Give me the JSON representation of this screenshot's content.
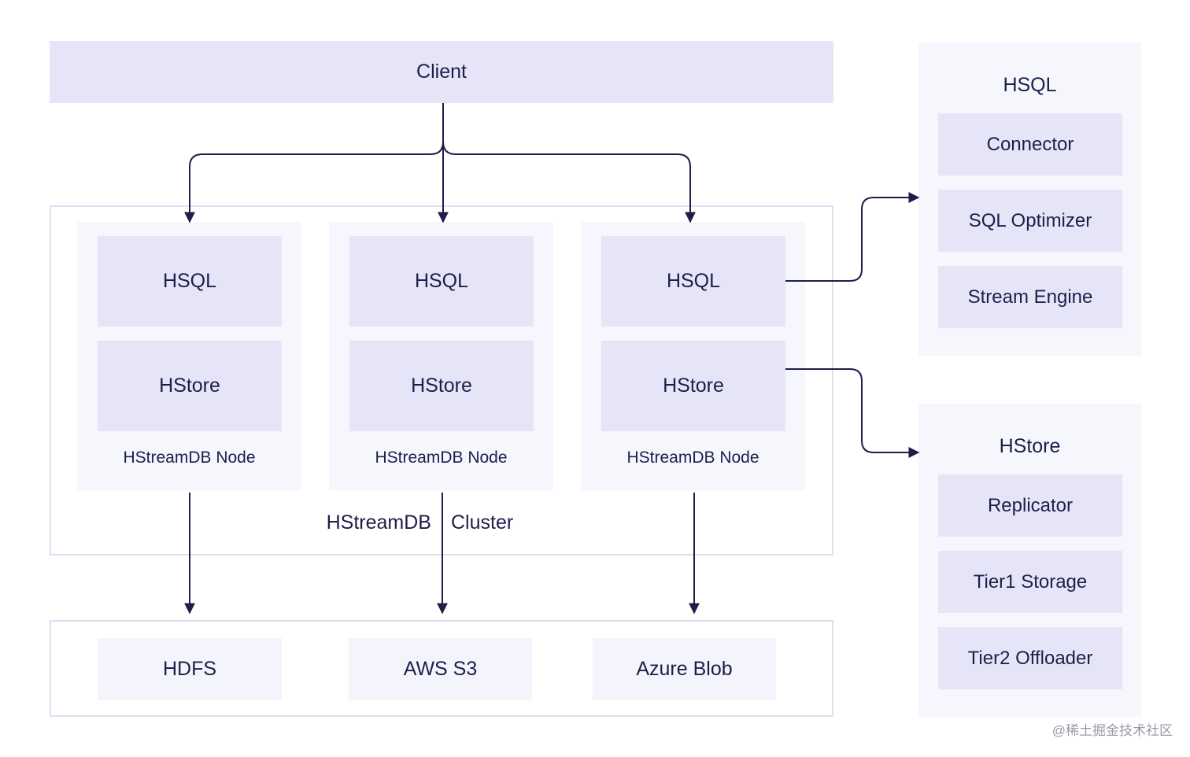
{
  "client": {
    "label": "Client"
  },
  "cluster": {
    "label_left": "HStreamDB",
    "label_right": "Cluster",
    "nodes": [
      {
        "hsql": "HSQL",
        "hstore": "HStore",
        "label": "HStreamDB Node"
      },
      {
        "hsql": "HSQL",
        "hstore": "HStore",
        "label": "HStreamDB Node"
      },
      {
        "hsql": "HSQL",
        "hstore": "HStore",
        "label": "HStreamDB Node"
      }
    ]
  },
  "storage": {
    "items": [
      "HDFS",
      "AWS S3",
      "Azure Blob"
    ]
  },
  "hsql_panel": {
    "title": "HSQL",
    "items": [
      "Connector",
      "SQL Optimizer",
      "Stream Engine"
    ]
  },
  "hstore_panel": {
    "title": "HStore",
    "items": [
      "Replicator",
      "Tier1 Storage",
      "Tier2 Offloader"
    ]
  },
  "watermark": "@稀土掘金技术社区",
  "colors": {
    "line": "#1f1d4a",
    "component_fill": "#e6e5f7",
    "node_fill": "#f6f6fd"
  }
}
